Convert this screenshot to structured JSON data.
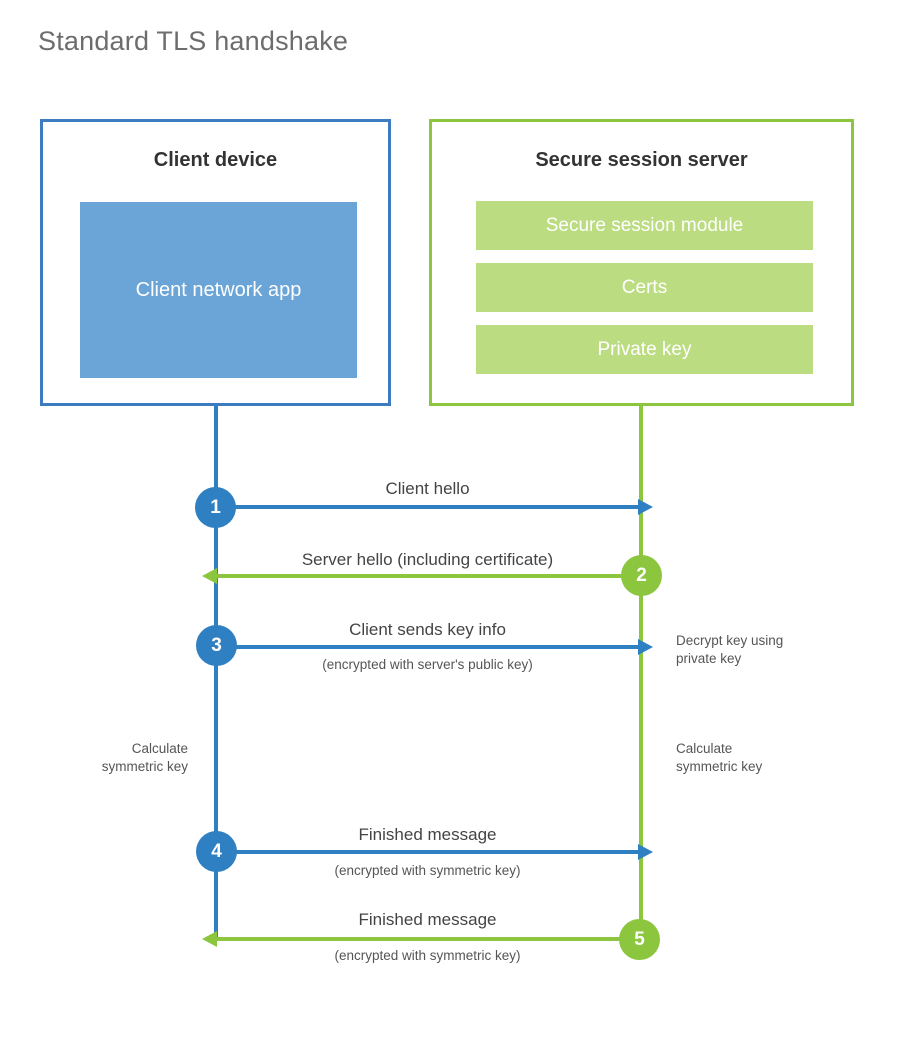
{
  "title": "Standard TLS handshake",
  "colors": {
    "client_border": "#3d7cc0",
    "client_fill": "#6ba4d6",
    "client_line": "#2e80c2",
    "server_border": "#8cc63f",
    "server_fill": "#bcdc82",
    "server_line": "#8cc63f",
    "text": "#444444",
    "title": "#6d6d6d"
  },
  "client": {
    "title": "Client device",
    "app_label": "Client network app"
  },
  "server": {
    "title": "Secure session server",
    "modules": [
      {
        "label": "Secure session module"
      },
      {
        "label": "Certs"
      },
      {
        "label": "Private key"
      }
    ]
  },
  "steps": [
    {
      "number": "1",
      "label": "Client hello",
      "sublabel": "",
      "direction": "client-to-server",
      "actor": "client"
    },
    {
      "number": "2",
      "label": "Server hello (including certificate)",
      "sublabel": "",
      "direction": "server-to-client",
      "actor": "server"
    },
    {
      "number": "3",
      "label": "Client sends key info",
      "sublabel": "(encrypted with server's public key)",
      "direction": "client-to-server",
      "actor": "client"
    },
    {
      "number": "4",
      "label": "Finished message",
      "sublabel": "(encrypted with symmetric key)",
      "direction": "client-to-server",
      "actor": "client"
    },
    {
      "number": "5",
      "label": "Finished message",
      "sublabel": "(encrypted with symmetric key)",
      "direction": "server-to-client",
      "actor": "server"
    }
  ],
  "notes": {
    "decrypt_key": "Decrypt key using\nprivate key",
    "client_calculate": "Calculate\nsymmetric key",
    "server_calculate": "Calculate\nsymmetric key"
  }
}
